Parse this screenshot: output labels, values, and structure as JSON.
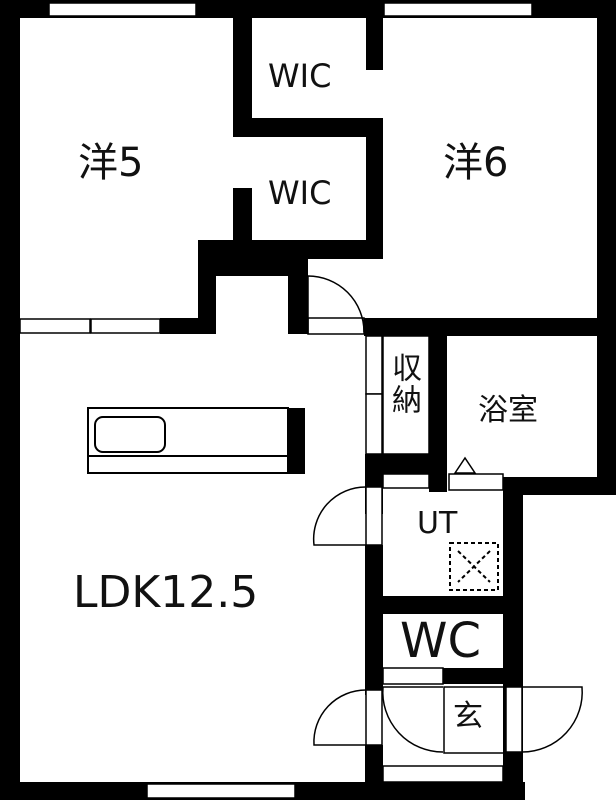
{
  "plan": {
    "wall_color": "#000000",
    "background_color": "#ffffff",
    "rooms": {
      "western5": "洋5",
      "western6": "洋6",
      "wic_top": "WIC",
      "wic_mid": "WIC",
      "ldk": "LDK12.5",
      "storage": "収納",
      "bath": "浴室",
      "utility": "UT",
      "toilet": "WC",
      "entrance": "玄"
    }
  }
}
